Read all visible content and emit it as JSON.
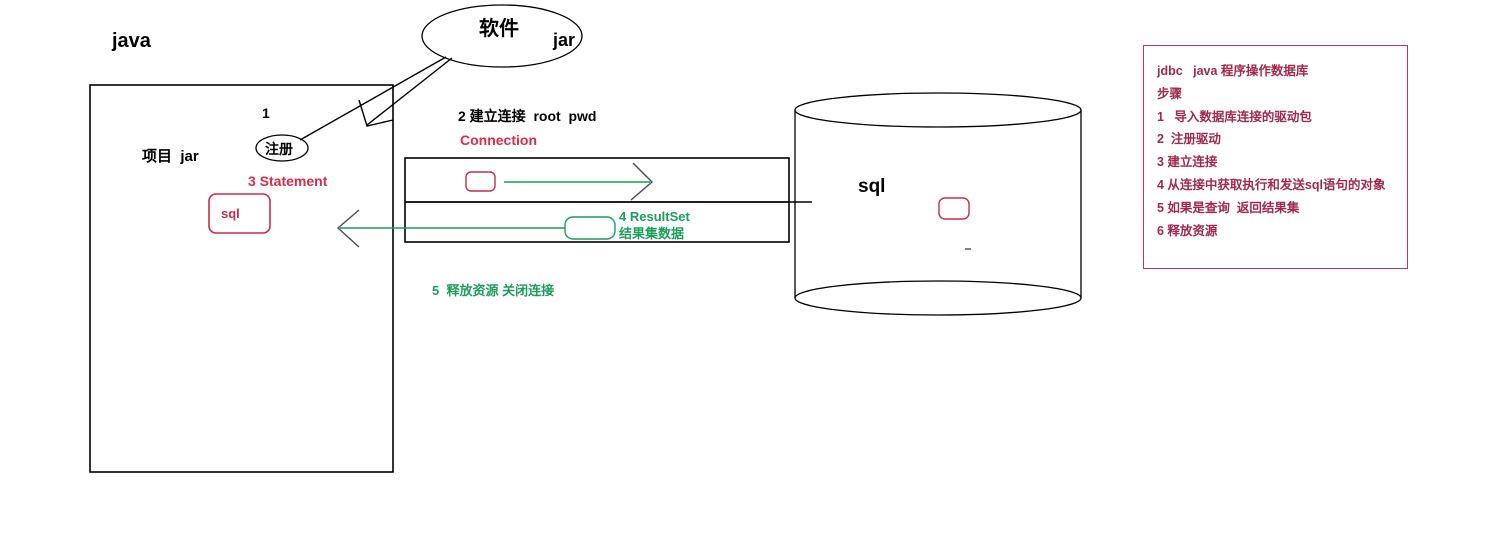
{
  "diagram": {
    "title_left": "java",
    "project_label": "项目  jar",
    "step_one_marker": "1",
    "register_node": "注册",
    "software_ellipse": "软件",
    "software_jar": "jar",
    "step2_label": "2 建立连接  root  pwd",
    "connection_label": "Connection",
    "step3_label": "3 Statement",
    "statement_box_text": "sql",
    "resultset_label": "4 ResultSet",
    "resultset_cn_label": "结果集数据",
    "step5_label": "5  释放资源 关闭连接",
    "database_label": "sql"
  },
  "note": {
    "lines": [
      "jdbc   java 程序操作数据库",
      "步骤",
      "1   导入数据库连接的驱动包",
      "2  注册驱动",
      "3 建立连接",
      "4 从连接中获取执行和发送sql语句的对象",
      "5 如果是查询  返回结果集",
      "6 释放资源"
    ]
  },
  "colors": {
    "stroke": "#000000",
    "red": "#d32f4a",
    "crimson": "#c0304a",
    "green": "#1f9c5a",
    "note_border": "#b03a6e",
    "note_text": "#9e2a4e"
  },
  "icons": {
    "java_container": "rectangle-shape",
    "database": "cylinder-icon",
    "register": "ellipse-icon",
    "software": "ellipse-icon",
    "request_arrow": "arrow-right-icon",
    "response_arrow": "arrow-left-icon"
  }
}
